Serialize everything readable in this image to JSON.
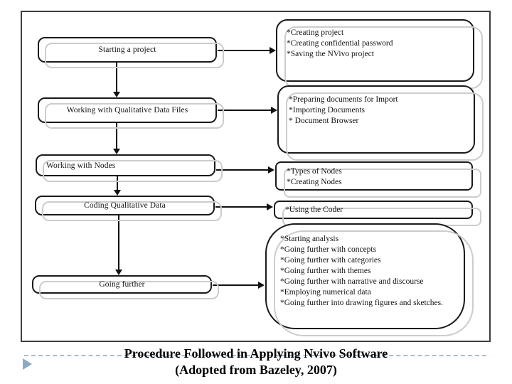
{
  "slide": {
    "caption": {
      "line1": "Procedure Followed in Applying Nvivo Software",
      "line2": "(Adopted from Bazeley, 2007)"
    }
  },
  "diagram": {
    "stages": [
      {
        "label": "Starting a project",
        "details": [
          "*Creating project",
          "*Creating confidential password",
          "*Saving the NVivo project"
        ]
      },
      {
        "label": "Working with Qualitative Data Files",
        "details": [
          "*Preparing documents for Import",
          "*Importing Documents",
          "* Document Browser"
        ]
      },
      {
        "label": "Working with Nodes",
        "details": [
          "*Types of Nodes",
          "*Creating Nodes"
        ]
      },
      {
        "label": "Coding Qualitative Data",
        "details": [
          "*Using the Coder"
        ]
      },
      {
        "label": "Going further",
        "details": [
          "*Starting analysis",
          "*Going further with concepts",
          "*Going further with categories",
          "*Going further with themes",
          "*Going further with narrative and discourse",
          "*Employing numerical data",
          "*Going further into drawing figures and sketches."
        ]
      }
    ]
  },
  "colors": {
    "box_border": "#1a1a1a",
    "frame_border": "#3e3e3e",
    "shadow_outline": "#cccccc",
    "dash_line": "#a8bccf",
    "bullet_triangle": "#8ea9c2",
    "caption_text": "#000000"
  }
}
